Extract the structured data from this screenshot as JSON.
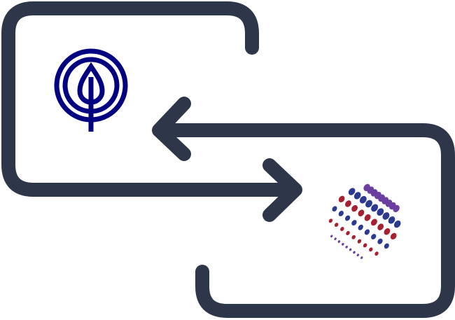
{
  "diagram": {
    "type": "bidirectional-exchange",
    "colors": {
      "connector": "#2e374a",
      "source_logo": "#000080",
      "target_red": "#a8202f",
      "target_blue": "#2b3a8f",
      "target_purple": "#6a3fa0"
    },
    "nodes": [
      {
        "id": "source",
        "icon": "tree-rings-logo-icon"
      },
      {
        "id": "target",
        "icon": "dotted-sphere-logo-icon"
      }
    ],
    "edges": [
      {
        "from": "source",
        "to": "target",
        "icon": "arrow-right-icon"
      },
      {
        "from": "target",
        "to": "source",
        "icon": "arrow-left-icon"
      }
    ]
  }
}
